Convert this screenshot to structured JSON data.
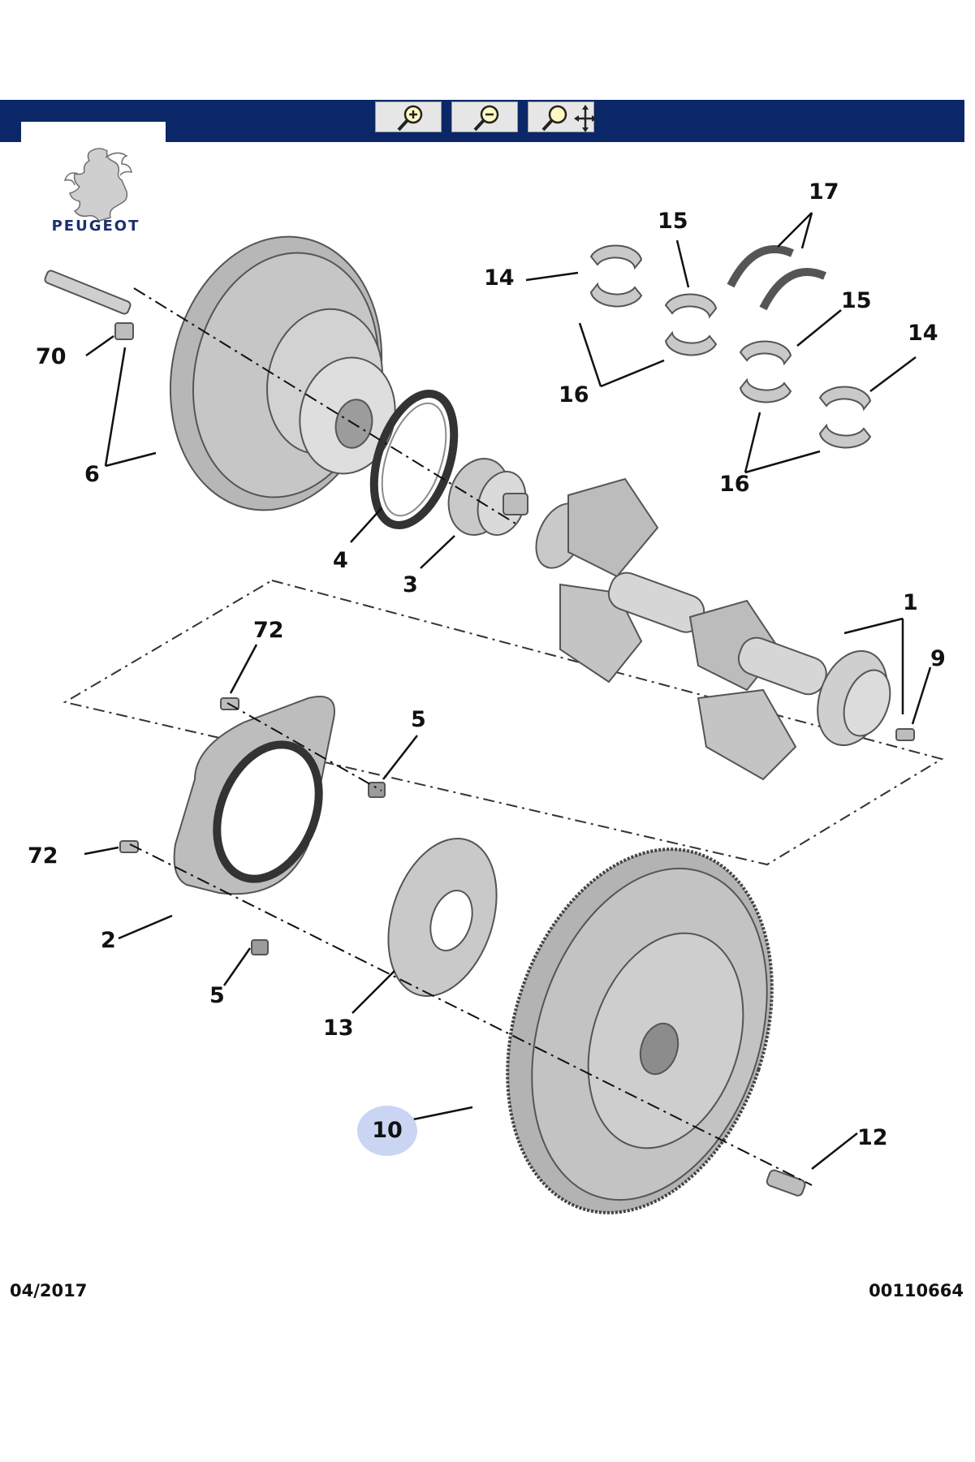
{
  "toolbar": {
    "buttons": [
      {
        "name": "zoom-in",
        "icon": "zoom-in-icon"
      },
      {
        "name": "zoom-out",
        "icon": "zoom-out-icon"
      },
      {
        "name": "pan",
        "icon": "pan-zoom-icon"
      }
    ]
  },
  "brand": {
    "name": "PEUGEOT",
    "logo_icon": "lion-logo-icon"
  },
  "colors": {
    "toolbar": "#0c2767",
    "highlight": "#c9d5f3",
    "part_fill": "#c9c9c9",
    "part_stroke": "#555555"
  },
  "callouts": [
    "14",
    "15",
    "17",
    "70",
    "15",
    "14",
    "16",
    "6",
    "16",
    "4",
    "3",
    "1",
    "72",
    "9",
    "5",
    "72",
    "2",
    "5",
    "13",
    "10",
    "12"
  ],
  "highlighted_callout": "10",
  "footer": {
    "date": "04/2017",
    "reference": "00110664"
  }
}
